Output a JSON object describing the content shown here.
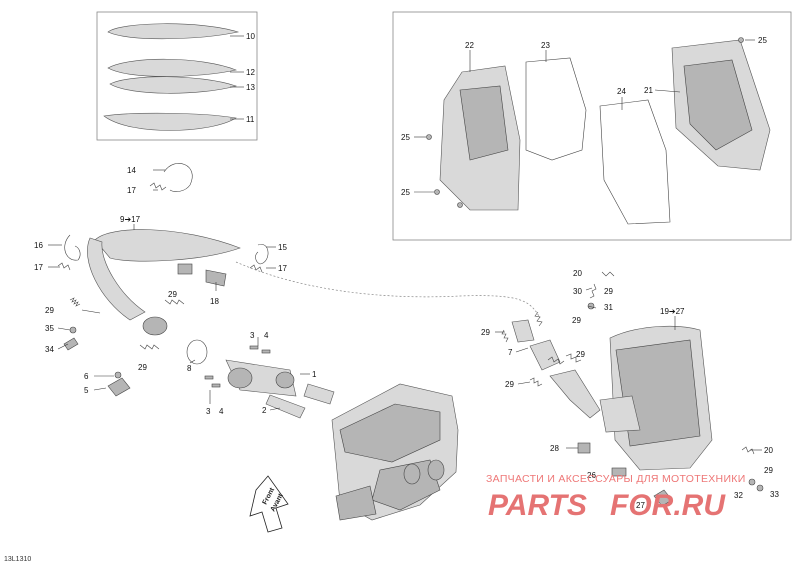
{
  "diagram": {
    "callouts": [
      "10",
      "12",
      "13",
      "11",
      "14",
      "17",
      "9➔17",
      "16",
      "17",
      "15",
      "17",
      "18",
      "29",
      "29",
      "35",
      "34",
      "6",
      "5",
      "29",
      "8",
      "3",
      "4",
      "1",
      "3",
      "4",
      "2",
      "22",
      "23",
      "25",
      "21",
      "24",
      "25",
      "25",
      "20",
      "30",
      "29",
      "31",
      "19➔27",
      "29",
      "29",
      "7",
      "29",
      "29",
      "28",
      "26",
      "27",
      "20",
      "29",
      "32",
      "33"
    ],
    "front_label": [
      "Front",
      "Avant"
    ],
    "drawing_code": "13L1310"
  },
  "watermark": {
    "tagline": "ЗАПЧАСТИ И АКСЕССУАРЫ ДЛЯ МОТОТЕХНИКИ",
    "logo_left": "PARTS",
    "logo_right": "FOR.RU"
  }
}
